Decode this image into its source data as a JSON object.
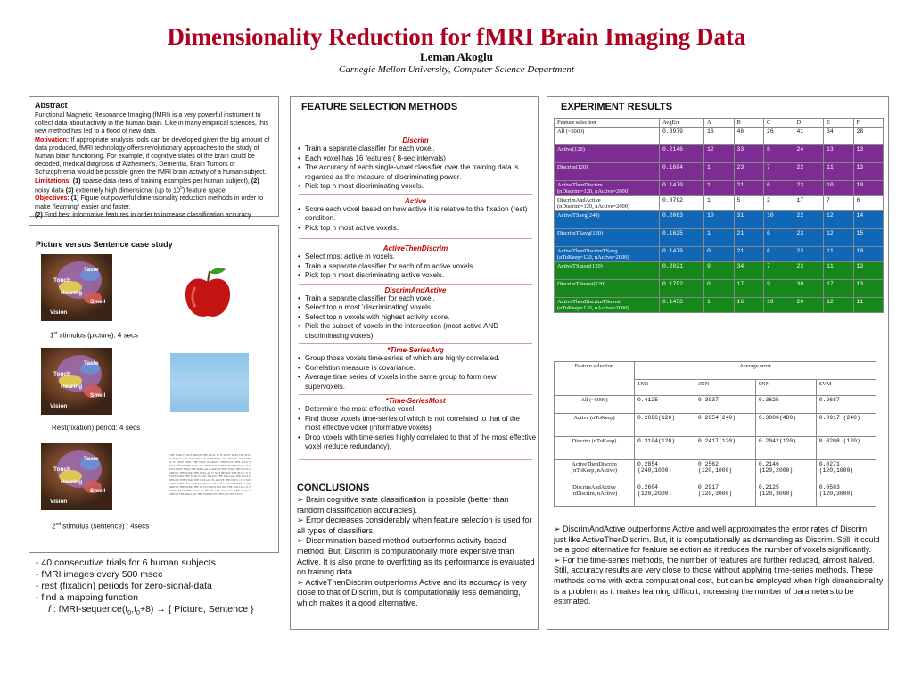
{
  "header": {
    "title": "Dimensionality Reduction for fMRI Brain Imaging Data",
    "author": "Leman Akoglu",
    "affiliation": "Carnegie Mellon University, Computer Science Department"
  },
  "abstract": {
    "heading": "Abstract",
    "intro": "Functional Magnetic Resonance Imaging (fMRI) is a very powerful instrument to collect data about activity in the human brain. Like in many empirical sciences, this new method has led to a flood of new data.",
    "motivation_label": "Motivation:",
    "motivation": "If appropriate analysis tools can be developed given the big amount of data produced, fMRI technology offers revolutionary approaches to the study of human brain functioning. For example, if cognitive states of the brain could be decoded, medical diagnosis of Alzheimer's, Dementia, Brain Tumors or Schizophrenia would be possible given the fMRI brain activity of a human subject.",
    "limitations_label": "Limitations:",
    "limitations_1": "(1)",
    "limitations_text1": "sparse data (tens of training examples per human subject),",
    "limitations_2": "(2)",
    "limitations_text2": "noisy data",
    "limitations_3": "(3)",
    "limitations_text3": "extremely high dimensional (up to 10",
    "limitations_sup": "5",
    "limitations_text3b": ") feature space.",
    "objectives_label": "Objectives:",
    "objectives_1": "(1)",
    "objectives_text1": "Figure out powerful dimensionality reduction methods in order to make \"learning\" easier and faster.",
    "objectives_2": "(2)",
    "objectives_text2": "Find best informative features in order to increase classification accuracy."
  },
  "picture_study": {
    "title": "Picture versus Sentence case study",
    "brain_labels": [
      "Taste",
      "Touch",
      "Hearing",
      "Smell",
      "Vision"
    ],
    "caption1_pre": "1",
    "caption1_sup": "st",
    "caption1_post": "stimulus (picture): 4 secs",
    "caption2": "Rest(fixation) period: 4 secs",
    "caption3_pre": "2",
    "caption3_sup": "nd",
    "caption3_post": "stimulus (sentence) : 4secs",
    "sentence_text": "THE STAR IS NOT ABOVE THE PLUS. IT IS TRUE THAT THE PLUS IS BELOW THE DOLLAR. THE DOLLAR IS NOT BELOW THE STAR. IT IS TRUE THAT THE STAR IS ABOVE THE PLUS. THE PLUS IS NOT ABOVE THE DOLLAR. THE STAR IS BELOW THE PLUS. IT IS NOT TRUE THAT THE DOLLAR IS ABOVE THE STAR. THE PLUS IS ABOVE THE STAR. THE DOLLAR IS NOT BELOW THE PLUS. IT IS TRUE THAT THE STAR IS NOT BELOW THE DOLLAR. THE PLUS IS BELOW THE STAR. THE DOLLAR IS ABOVE THE PLUS. IT IS NOT TRUE THAT THE STAR IS BELOW THE PLUS. THE DOLLAR IS NOT ABOVE THE STAR. THE PLUS IS NOT BELOW THE DOLLAR. IT IS TRUE THAT THE STAR IS ABOVE THE DOLLAR. THE PLUS IS ABOVE THE DOLLAR. THE STAR IS NOT BELOW THE PLUS."
  },
  "study_notes": [
    "- 40 consecutive trials for 6 human subjects",
    "- fMRI images every 500 msec",
    "- rest (fixation) periods for zero-signal-data",
    "- find a mapping function"
  ],
  "study_formula": {
    "f": "f",
    "text1": " : fMRI-sequence(t",
    "sub1": "0",
    "text2": ",t",
    "sub2": "0",
    "text3": "+8) ",
    "arrow": "→",
    "text4": " { Picture, Sentence }"
  },
  "feature_selection": {
    "heading": "FEATURE SELECTION METHODS",
    "discrim": {
      "name": "Discrim",
      "items": [
        "Train a separate classifier for each voxel.",
        "Each voxel has 16 features ( 8-sec intervals)",
        "The accuracy of each single-voxel classifier over the training data is regarded as the measure of discriminating power.",
        "Pick top n most discriminating voxels."
      ]
    },
    "active": {
      "name": "Active",
      "items": [
        "Score each voxel based on how active it is relative to the fixation (rest) condition.",
        "Pick top n most active voxels."
      ]
    },
    "active_then_discrim": {
      "name": "ActiveThenDiscrim",
      "items": [
        "Select most active m voxels.",
        "Train a separate classifier for each of m active voxels.",
        "Pick top n most discriminating active voxels."
      ]
    },
    "discrim_and_active": {
      "name": "DiscrimAndActive",
      "items": [
        "Train a separate classifier for each voxel.",
        "Select top n most 'discriminating' voxels.",
        "Select top n voxels with highest activity score.",
        "Pick the subset of voxels in the intersection (most active AND discriminating voxels)"
      ]
    },
    "time_series_avg": {
      "name": "*Time-SeriesAvg",
      "items": [
        "Group those voxels time-series of which are highly correlated.",
        "Correlation measure is covariance.",
        "Average time series of voxels in the same group to form new supervoxels."
      ]
    },
    "time_series_most": {
      "name": "*Time-SeriesMost",
      "items": [
        "Determine the most effective voxel.",
        "Find those voxels time-series of which is not correlated to that of the most effective voxel (informative voxels).",
        "Drop voxels with time-series highly correlated to that of the most effective voxel (reduce redundancy)."
      ]
    }
  },
  "conclusions": {
    "heading": "CONCLUSIONS",
    "items": [
      "Brain cognitive state classification is possible (better than random classification accuracies).",
      "Error decreases considerably when feature selection is used for all types of classifiers.",
      "Discrimination-based method outperforms activity-based method. But, Discrim is computationally more expensive than Active. It is also prone to overfitting as its performance is evaluated on training data.",
      "ActiveThenDiscrim outperforms Active and its accuracy is very close to that of Discrim, but is computationally less demanding, which makes it a good alternative."
    ]
  },
  "results": {
    "heading": "EXPERIMENT RESULTS",
    "table1": {
      "headers": [
        "Feature selection",
        "AvgErr",
        "A",
        "B",
        "C",
        "D",
        "E",
        "F"
      ],
      "rows": [
        {
          "group": "white",
          "method": "All (~5000)",
          "avgerr": "0.3979",
          "vals": [
            "16",
            "46",
            "26",
            "41",
            "34",
            "28"
          ]
        },
        {
          "group": "purple",
          "method": "Active(120)",
          "avgerr": "0.2146",
          "vals": [
            "12",
            "33",
            "8",
            "24",
            "13",
            "13"
          ]
        },
        {
          "group": "purple",
          "method": "Discrim(120)",
          "avgerr": "0.1604",
          "vals": [
            "1",
            "23",
            "7",
            "22",
            "11",
            "13"
          ]
        },
        {
          "group": "purple",
          "method": "ActiveThenDiscrim",
          "method2": "(nDiscrim=120, nActive=2000)",
          "avgerr": "0.1479",
          "vals": [
            "1",
            "21",
            "6",
            "23",
            "10",
            "10"
          ]
        },
        {
          "group": "white",
          "method": "DiscrimAndActive",
          "method2": "(nDiscrim=120, nActive=2000)",
          "avgerr": "0.0792",
          "vals": [
            "1",
            "5",
            "2",
            "17",
            "7",
            "6"
          ]
        },
        {
          "group": "blue",
          "method": "ActiveTSavg(240)",
          "avgerr": "0.2063",
          "vals": [
            "10",
            "31",
            "10",
            "22",
            "12",
            "14"
          ]
        },
        {
          "group": "blue",
          "method": "DiscrimTSavg(120)",
          "avgerr": "0.1625",
          "vals": [
            "1",
            "21",
            "6",
            "23",
            "12",
            "15"
          ]
        },
        {
          "group": "blue",
          "method": "ActiveThenDiscrimTSavg",
          "method2": "(nToKeep=120, nActive=2000)",
          "avgerr": "0.1479",
          "vals": [
            "0",
            "21",
            "6",
            "23",
            "11",
            "10"
          ]
        },
        {
          "group": "green",
          "method": "ActiveTSmost(120)",
          "avgerr": "0.2021",
          "vals": [
            "9",
            "34",
            "7",
            "23",
            "11",
            "13"
          ]
        },
        {
          "group": "green",
          "method": "DiscrimTSmost(120)",
          "avgerr": "0.1792",
          "vals": [
            "0",
            "17",
            "9",
            "30",
            "17",
            "13"
          ]
        },
        {
          "group": "green",
          "method": "ActiveThenDiscrimTSmost",
          "method2": "(nToKeep=120, nActive=2000)",
          "avgerr": "0.1458",
          "vals": [
            "1",
            "16",
            "10",
            "20",
            "12",
            "11"
          ]
        }
      ]
    },
    "table2": {
      "header_left": "Feature selection",
      "header_right": "Average error",
      "classifiers": [
        "1NN",
        "3NN",
        "9NN",
        "SVM"
      ],
      "rows": [
        {
          "method": "All (~5000)",
          "vals": [
            "0.4125",
            "0.3937",
            "0.3625",
            "0.2687"
          ]
        },
        {
          "method": "Active (nToKeep)",
          "vals": [
            "0.2896(120)",
            "0.2854(240)",
            "0.3000(480)",
            "0.0917 (240)"
          ]
        },
        {
          "method": "Discrim (nToKeep)",
          "vals": [
            "0.3104(120)",
            "0.2417(120)",
            "0.2042(120)",
            "0.0208 (120)"
          ]
        },
        {
          "method": "ActiveThenDiscrim",
          "method2": "(nToKeep, nActive)",
          "vals": [
            "0.2854 (240,1000)",
            "0.2562 (120,1000)",
            "0.2146 (120,2000)",
            "0.0271 (120,1000)"
          ]
        },
        {
          "method": "DiscrimAndActive",
          "method2": "(nDiscrim, nActive)",
          "vals": [
            "0.2604 (120,2000)",
            "0.2917 (120,3000)",
            "0.2125 (120,3000)",
            "0.0583 (120,3000)"
          ]
        }
      ]
    },
    "discussion": [
      "DiscrimAndActive outperforms Active and well approximates the error rates of Discrim, just like ActiveThenDiscrim. But, it is computationally as demanding as Discrim. Still, it could be a good alternative for feature selection as it reduces the number of voxels significantly.",
      "For the time-series methods, the number of features are further reduced, almost halved. Still, accuracy results are very close to those without applying time-series methods. These methods come with extra computational cost, but can be employed when high dimensionality is a problem as it makes learning difficult, increasing the number of parameters to be estimated."
    ]
  },
  "colors": {
    "title": "#b0001f",
    "accent_red": "#c00000",
    "purple": "#7d2c93",
    "blue": "#1167b7",
    "green": "#15871b"
  },
  "icons": [
    "brain-scan-image",
    "apple-icon",
    "triangle-bullet-icon"
  ]
}
